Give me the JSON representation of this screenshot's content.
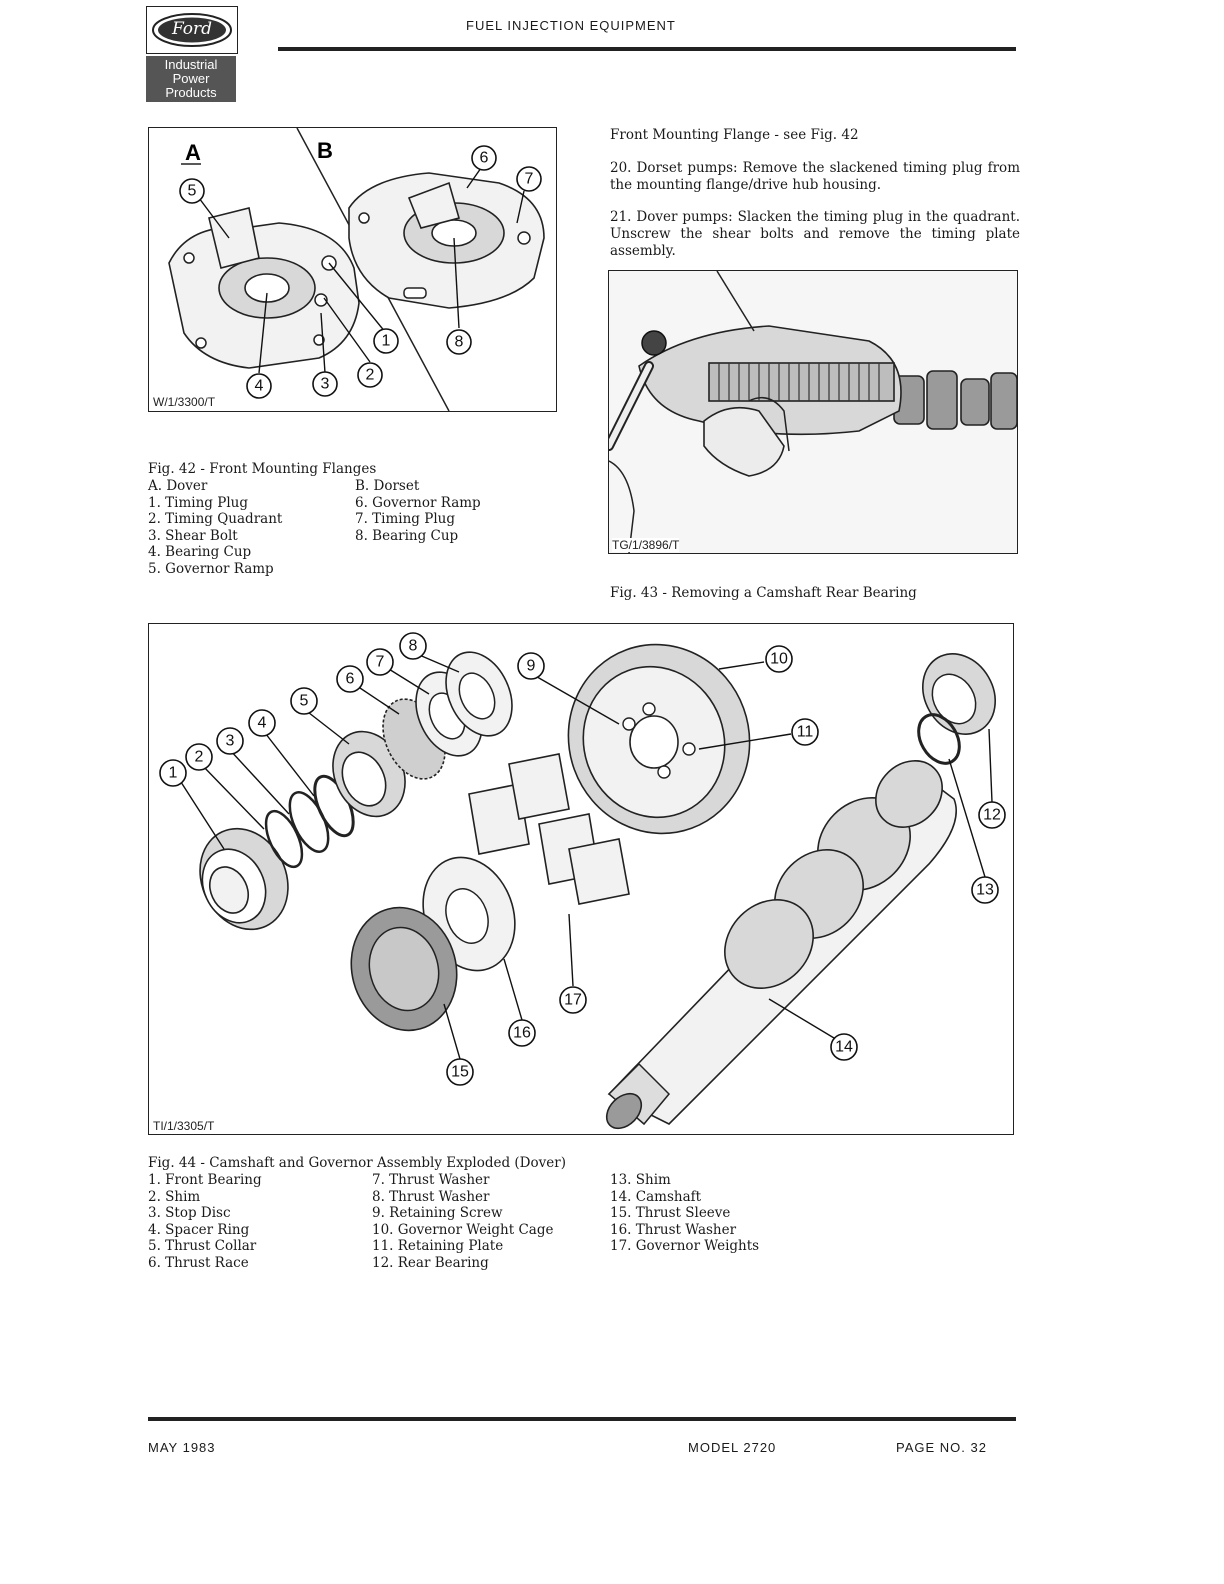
{
  "header": {
    "logo_text": "Ford",
    "badge_lines": [
      "Industrial",
      "Power",
      "Products"
    ],
    "title": "FUEL INJECTION EQUIPMENT"
  },
  "fig42": {
    "label_a": "A",
    "label_b": "B",
    "ref": "W/1/3300/T",
    "caption": "Fig. 42 - Front Mounting Flanges",
    "col1": [
      "A. Dover",
      "1. Timing Plug",
      "2. Timing Quadrant",
      "3. Shear Bolt",
      "4. Bearing Cup",
      "5. Governor Ramp"
    ],
    "col2": [
      "B. Dorset",
      "6. Governor Ramp",
      "7. Timing Plug",
      "8. Bearing Cup"
    ],
    "callouts": [
      "1",
      "2",
      "3",
      "4",
      "5",
      "6",
      "7",
      "8"
    ]
  },
  "text": {
    "heading": "Front Mounting Flange - see Fig. 42",
    "step20": "20. Dorset pumps: Remove the slackened timing plug from the mounting flange/drive hub housing.",
    "step21": "21. Dover pumps: Slacken the timing plug in the quadrant. Unscrew the shear bolts and remove the timing plate assembly."
  },
  "fig43": {
    "ref": "TG/1/3896/T",
    "caption": "Fig. 43 - Removing a Camshaft Rear Bearing"
  },
  "fig44": {
    "ref": "TI/1/3305/T",
    "caption": "Fig. 44 - Camshaft and Governor Assembly Exploded (Dover)",
    "col1": [
      "1. Front Bearing",
      "2. Shim",
      "3. Stop Disc",
      "4. Spacer Ring",
      "5. Thrust Collar",
      "6. Thrust Race"
    ],
    "col2": [
      "7. Thrust Washer",
      "8. Thrust Washer",
      "9. Retaining Screw",
      "10. Governor Weight Cage",
      "11. Retaining Plate",
      "12. Rear Bearing"
    ],
    "col3": [
      "13. Shim",
      "14. Camshaft",
      "15. Thrust Sleeve",
      "16. Thrust Washer",
      "17. Governor Weights"
    ],
    "callouts": [
      "1",
      "2",
      "3",
      "4",
      "5",
      "6",
      "7",
      "8",
      "9",
      "10",
      "11",
      "12",
      "13",
      "14",
      "15",
      "16",
      "17"
    ]
  },
  "footer": {
    "date": "MAY 1983",
    "model": "MODEL 2720",
    "page": "PAGE NO. 32"
  }
}
